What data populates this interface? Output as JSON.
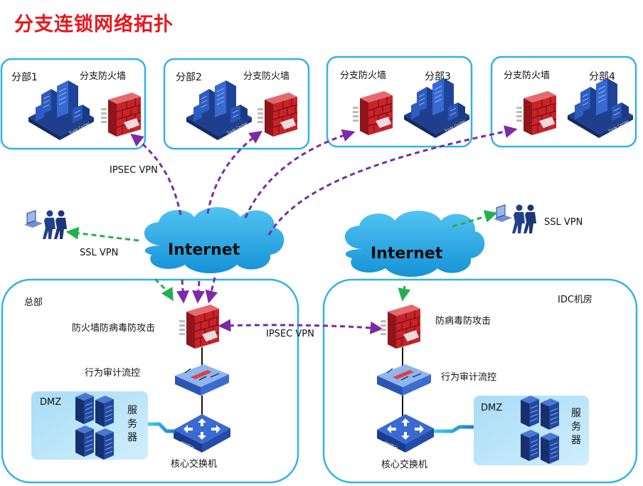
{
  "title": "分支连锁网络拓扑",
  "branches": [
    {
      "name": "分部1",
      "firewall_label": "分支防火墙"
    },
    {
      "name": "分部2",
      "firewall_label": "分支防火墙"
    },
    {
      "name": "分部3",
      "firewall_label": "分支防火墙"
    },
    {
      "name": "分部4",
      "firewall_label": "分支防火墙"
    }
  ],
  "internet_left": "Internet",
  "internet_right": "Internet",
  "links": {
    "ipsec_branch": "IPSEC VPN",
    "ssl_left": "SSL VPN",
    "ssl_right": "SSL VPN",
    "ipsec_hq_idc": "IPSEC VPN"
  },
  "hq": {
    "name": "总部",
    "firewall_label": "防火墙防病毒防攻击",
    "audit_label": "行为审计流控",
    "dmz_label": "DMZ",
    "server_label": [
      "服",
      "务",
      "器"
    ],
    "switch_label": "核心交换机"
  },
  "idc": {
    "name": "IDC机房",
    "firewall_label": "防病毒防攻击",
    "audit_label": "行为审计流控",
    "dmz_label": "DMZ",
    "server_label": [
      "服",
      "务",
      "器"
    ],
    "switch_label": "核心交换机"
  },
  "colors": {
    "title": "#e8171e",
    "box_border": "#33b3e6",
    "cloud": "#1da0e0",
    "ipsec_arrow": "#7d2aa5",
    "ssl_arrow": "#23b14d",
    "firewall": "#c8232a",
    "building": "#2a4fa8",
    "server": "#1d3f8f"
  },
  "icons": [
    "building-icon",
    "firewall-icon",
    "cloud-icon",
    "user-laptop-icon",
    "audit-device-icon",
    "switch-icon",
    "server-rack-icon"
  ]
}
